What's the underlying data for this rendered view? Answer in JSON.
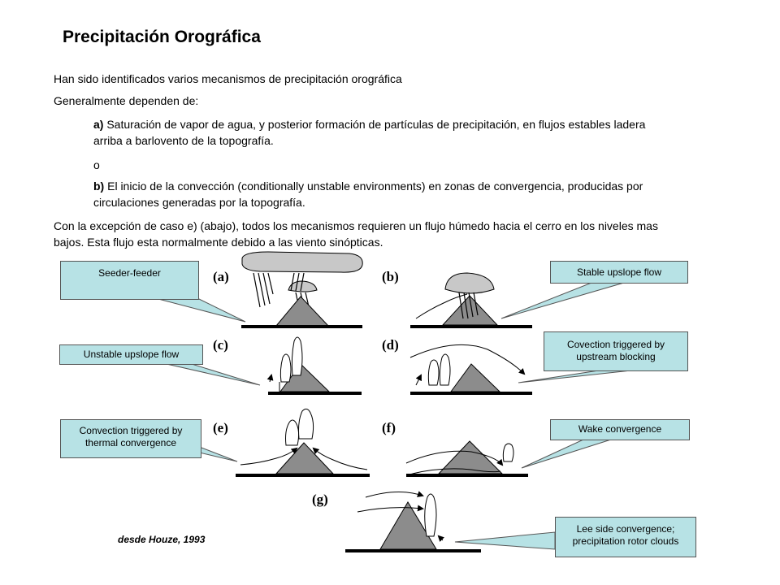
{
  "title": "Precipitación Orográfica",
  "intro": "Han sido identificados varios mecanismos de precipitación orográfica",
  "depend": "Generalmente dependen de:",
  "item_a": {
    "label": "a)",
    "text": " Saturación de vapor de agua, y posterior formación de partículas de precipitación,  en flujos estables ladera arriba a barlovento de la topografía."
  },
  "item_or": "o",
  "item_b": {
    "label": "b)",
    "text": " El inicio de la convección (conditionally unstable environments) en zonas de convergencia, producidas por circulaciones generadas por la topografía."
  },
  "exception": "Con la excepción de caso e) (abajo), todos los mecanismos requieren un flujo húmedo hacia el cerro en los niveles mas bajos.  Esta flujo esta normalmente debido a las viento sinópticas.",
  "panels": {
    "a": "(a)",
    "b": "(b)",
    "c": "(c)",
    "d": "(d)",
    "e": "(e)",
    "f": "(f)",
    "g": "(g)"
  },
  "callouts": {
    "seeder": "Seeder-feeder",
    "stable": "Stable upslope flow",
    "unstable": "Unstable upslope flow",
    "blocking": "Covection triggered by upstream blocking",
    "thermal": "Convection triggered by thermal convergence",
    "wake": "Wake  convergence",
    "lee": "Lee  side convergence; precipitation rotor clouds"
  },
  "source": "desde Houze, 1993",
  "colors": {
    "callout_fill": "#b7e2e5",
    "mountain": "#8c8c8c"
  }
}
